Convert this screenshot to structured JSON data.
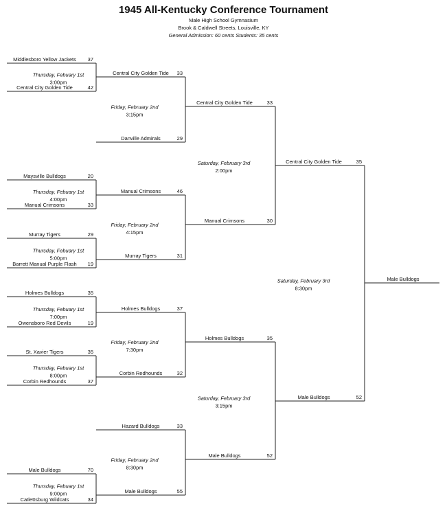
{
  "header": {
    "title": "1945 All-Kentucky Conference Tournament",
    "venue": "Male High School Gymnasium",
    "address": "Brook & Caldwell Streets, Louisville, KY",
    "admission": "General Admission: 60 cents    Students: 35 cents"
  },
  "rounds": {
    "first": [
      {
        "date": "Thursday, Febuary 1st",
        "time": "3:00pm",
        "top": {
          "name": "Middlesboro Yellow Jackets",
          "score": "37"
        },
        "bottom": {
          "name": "Central City Golden Tide",
          "score": "42"
        }
      },
      {
        "date": "Thursday, Febuary 1st",
        "time": "4:00pm",
        "top": {
          "name": "Maysville Bulldogs",
          "score": "20"
        },
        "bottom": {
          "name": "Manual Crimsons",
          "score": "33"
        }
      },
      {
        "date": "Thursday, Febuary 1st",
        "time": "5:00pm",
        "top": {
          "name": "Murray Tigers",
          "score": "29"
        },
        "bottom": {
          "name": "Barrett Manual Purple Flash",
          "score": "19"
        }
      },
      {
        "date": "Thursday, Febuary 1st",
        "time": "7:00pm",
        "top": {
          "name": "Holmes Bulldogs",
          "score": "35"
        },
        "bottom": {
          "name": "Owensboro Red Devils",
          "score": "19"
        }
      },
      {
        "date": "Thursday, Febuary 1st",
        "time": "8:00pm",
        "top": {
          "name": "St. Xavier Tigers",
          "score": "35"
        },
        "bottom": {
          "name": "Corbin Redhounds",
          "score": "37"
        }
      },
      {
        "date": "Thursday, Febuary 1st",
        "time": "9:00pm",
        "top": {
          "name": "Male Bulldogs",
          "score": "70"
        },
        "bottom": {
          "name": "Catlettsburg Wildcats",
          "score": "34"
        }
      }
    ],
    "quarter": [
      {
        "date": "Friday, February 2nd",
        "time": "3:15pm",
        "top": {
          "name": "Central City Golden Tide",
          "score": "33"
        },
        "bottom": {
          "name": "Danville Admirals",
          "score": "29"
        }
      },
      {
        "date": "Friday, February 2nd",
        "time": "4:15pm",
        "top": {
          "name": "Manual Crimsons",
          "score": "46"
        },
        "bottom": {
          "name": "Murray Tigers",
          "score": "31"
        }
      },
      {
        "date": "Friday, February 2nd",
        "time": "7:30pm",
        "top": {
          "name": "Holmes Bulldogs",
          "score": "37"
        },
        "bottom": {
          "name": "Corbin Redhounds",
          "score": "32"
        }
      },
      {
        "date": "Friday, February 2nd",
        "time": "8:30pm",
        "top": {
          "name": "Hazard Bulldogs",
          "score": "33"
        },
        "bottom": {
          "name": "Male Bulldogs",
          "score": "55"
        }
      }
    ],
    "semi": [
      {
        "date": "Saturday, February 3rd",
        "time": "2:00pm",
        "top": {
          "name": "Central City Golden Tide",
          "score": "33"
        },
        "bottom": {
          "name": "Manual Crimsons",
          "score": "30"
        }
      },
      {
        "date": "Saturday, February 3rd",
        "time": "3:15pm",
        "top": {
          "name": "Holmes Bulldogs",
          "score": "35"
        },
        "bottom": {
          "name": "Male Bulldogs",
          "score": "52"
        }
      }
    ],
    "final": {
      "date": "Saturday, February 3rd",
      "time": "8:30pm",
      "top": {
        "name": "Central City Golden Tide",
        "score": "35"
      },
      "bottom": {
        "name": "Male Bulldogs",
        "score": "52"
      }
    },
    "champion": {
      "name": "Male Bulldogs"
    }
  }
}
